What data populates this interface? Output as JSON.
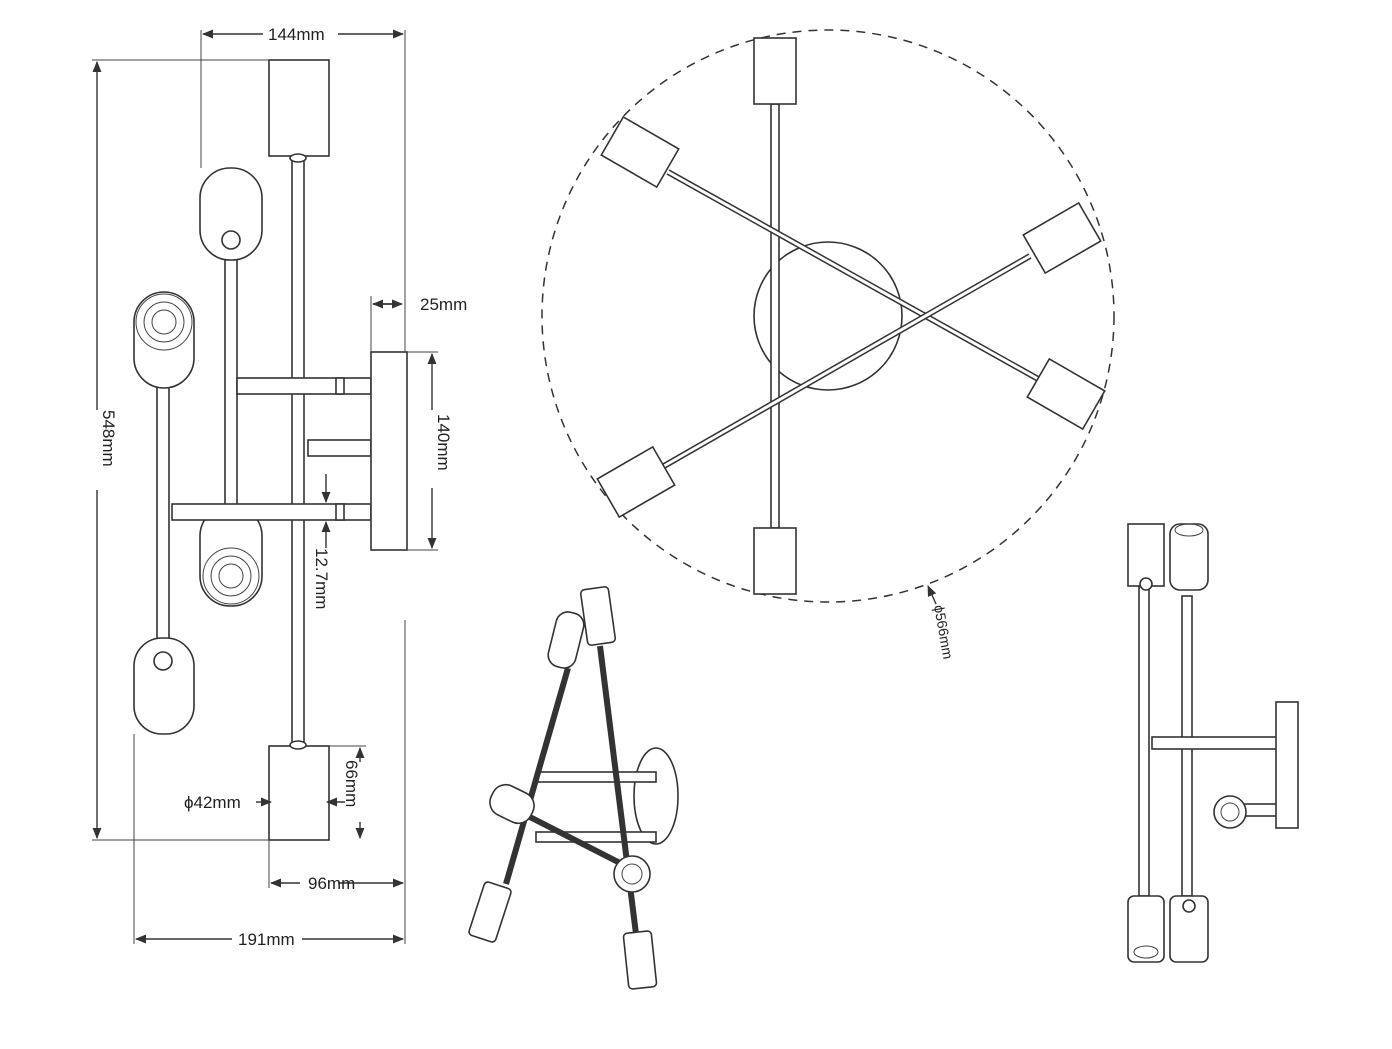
{
  "dimensions": {
    "width_top": "144mm",
    "height_total": "548mm",
    "base_depth": "25mm",
    "base_height": "140mm",
    "tube_spacing": "12.7mm",
    "socket_height": "66mm",
    "socket_diameter": "ϕ42mm",
    "socket_width": "96mm",
    "width_total": "191mm",
    "circle_diameter": "ϕ566mm"
  }
}
